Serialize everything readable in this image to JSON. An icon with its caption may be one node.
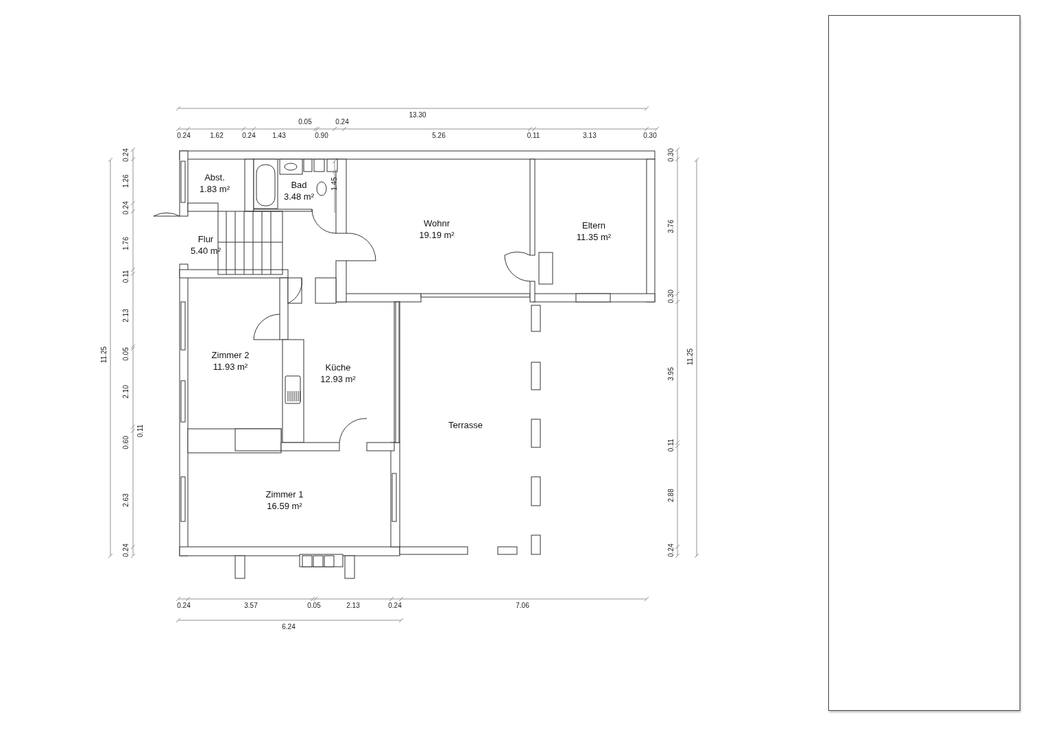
{
  "diagram": {
    "nodes": [
      {
        "text": [
          "Abst.",
          "1.83 m²"
        ]
      },
      {
        "text": [
          "Bad",
          "3.48 m²"
        ]
      },
      {
        "text": [
          "Flur",
          "5.40 m²"
        ]
      },
      {
        "text": [
          "Wohnr",
          "19.19 m²"
        ]
      },
      {
        "text": [
          "Eltern",
          "11.35 m²"
        ]
      },
      {
        "text": [
          "Zimmer 2",
          "11.93 m²"
        ]
      },
      {
        "text": [
          "Küche",
          "12.93 m²"
        ]
      },
      {
        "text": [
          "Terrasse"
        ]
      },
      {
        "text": [
          "Zimmer 1",
          "16.59 m²"
        ]
      },
      {
        "text": [],
        "shape": "box"
      }
    ],
    "labels": [
      "13.30",
      "0.05",
      "0.24",
      "0.24",
      "1.62",
      "0.24",
      "1.43",
      "0.90",
      "5.26",
      "0.11",
      "3.13",
      "0.30",
      "11.25",
      "0.24",
      "1.26",
      "0.24",
      "1.76",
      "0.11",
      "2.13",
      "0.05",
      "2.10",
      "0.60",
      "0.11",
      "2.63",
      "0.24",
      "1.45",
      "0.30",
      "3.76",
      "0.30",
      "3.95",
      "0.11",
      "2.88",
      "0.24",
      "11.25",
      "0.24",
      "3.57",
      "0.05",
      "2.13",
      "0.24",
      "7.06",
      "6.24"
    ]
  }
}
